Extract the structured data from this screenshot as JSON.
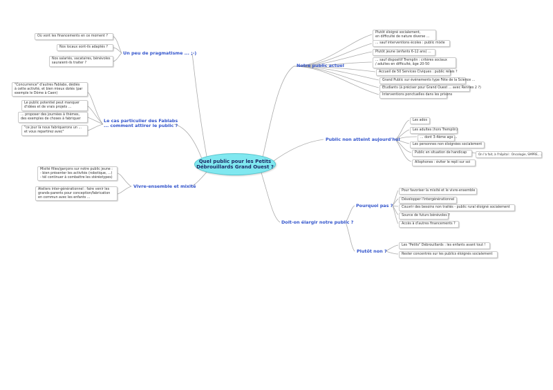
{
  "central": "Quel public pour les Petits\nDébrouillards Grand Ouest ?",
  "colors": {
    "central_fill": "#80e8f0",
    "branch_text": "#3355cc",
    "link_line": "#aaaaaa"
  },
  "left": {
    "pragmatisme": {
      "title": "Un peu de pragmatisme ... ;-)",
      "items": [
        "Où vont les financements en ce moment ?",
        "Nos locaux sont-ils adaptés ?",
        "Nos salariés, vacataires, bénévoles\nsauraient-ils traiter ?"
      ]
    },
    "fablabs": {
      "title": "Le cas particulier des Fablabs\n... comment attirer le public ?",
      "items": [
        "\"Concurrence\" d'autres Fablabs, dédiés\nà cette activité, et bien mieux dotés (par\nexemple le Dôme à Caen)",
        "Le public potentiel peut manquer\nd'idées et de vrais projets ...",
        "... proposer des journées à thèmes,\ndes exemples de choses à fabriquer",
        "\"ce jour là nous fabriquerons un ...\net vous repartirez avec\""
      ]
    },
    "vivre": {
      "title": "Vivre-ensemble et mixité",
      "items": [
        "Mixité filles/garçons sur notre public jeune :\n- bien présenter les activités (robotique, ...)\n- tél continuer à combattre les stéréotypes)",
        "Ateliers inter-générationnel : faire venir les\ngrands-parents pour conception/fabrication\nen commun avec les enfants ..."
      ]
    }
  },
  "right": {
    "actuel": {
      "title": "Notre public actuel",
      "items": [
        "Plutôt éloigné socialement,\nen difficulté de nature diverse ...",
        "... sauf interventions écoles : public mixte",
        "Plutôt jeune (enfants 6-12 ans) ...",
        "... sauf dispositif Tremplin : critères sociaux\n/ adultes en difficulté, âge 20-50",
        "Accueil de 50 Services Civiques : public relais ?",
        "Grand Public sur événements  type Fête de la Science ...",
        "Etudiants (à préciser pour Grand Ouest ... avec Rennes 2 ?)",
        "Interventions ponctuelles dans les prisons"
      ]
    },
    "non_atteint": {
      "title": "Public non atteint aujourd'hui",
      "items": [
        "Les ados",
        "Les adultes (hors Tremplin)",
        "... dont 3-4ème age ...",
        "Les personnes non éloignées socialement",
        "Public en situation de handicap",
        "Allophones : éviter le repli sur soi"
      ],
      "handicap_detail": "On l'a fait, à l'hôpital : Oncologie, SMPRE, ..."
    },
    "elargir": {
      "title": "Doit-on élargir notre public ?",
      "pourquoi_pas": {
        "title": "Pourquoi pas ?",
        "items": [
          "Pour favoriser la mixité et le vivre-ensemble",
          "Développer l'intergénérationnel",
          "Couvrir des besoins non traités - public rural éloigné socialement",
          "Source de futurs bénévoles ?",
          "Accès à d'autres financements ?"
        ]
      },
      "plutot_non": {
        "title": "Plutôt non ?",
        "items": [
          "Les \"Petits\" Débrouillards : les enfants avant tout !",
          "Rester concentrés sur les publics éloignés socialement"
        ]
      }
    }
  }
}
